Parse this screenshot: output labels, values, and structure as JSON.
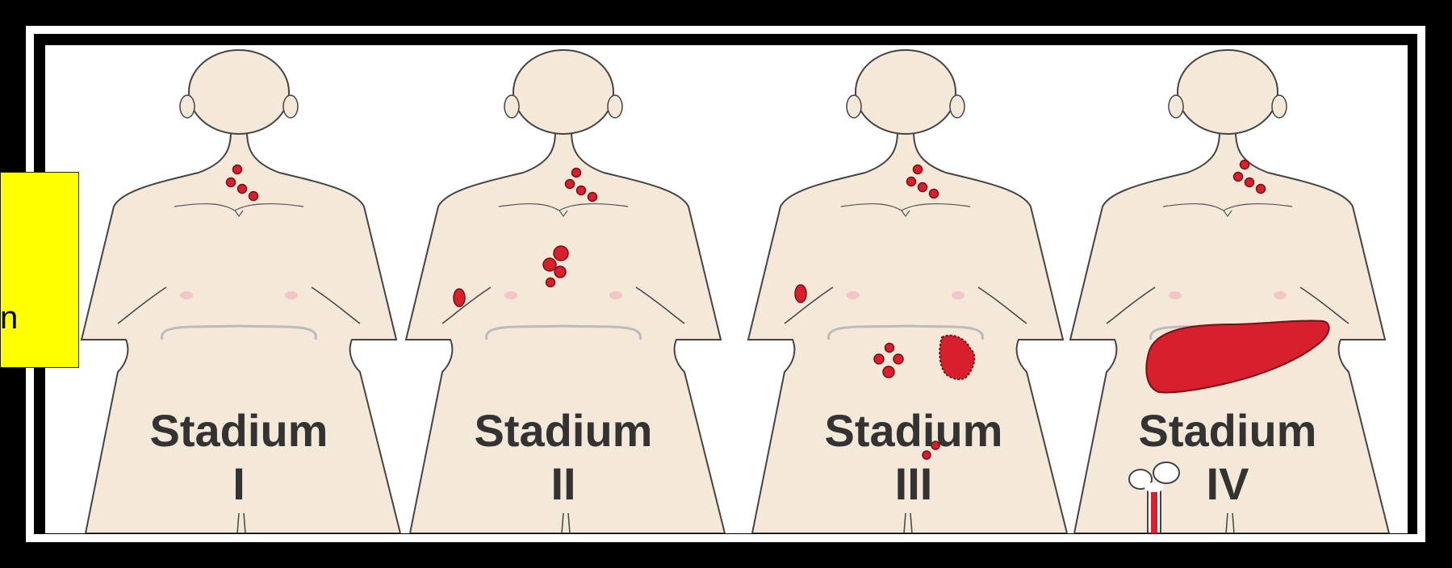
{
  "stages": [
    {
      "label": "Stadium",
      "numeral": "I"
    },
    {
      "label": "Stadium",
      "numeral": "II"
    },
    {
      "label": "Stadium",
      "numeral": "III"
    },
    {
      "label": "Stadium",
      "numeral": "IV"
    }
  ],
  "note": {
    "text": "n"
  },
  "colors": {
    "skin": "#f4e8d8",
    "outline": "#444444",
    "lesion": "#d81f2e",
    "frame": "#000000",
    "note_bg": "#ffff00",
    "label": "#333333"
  }
}
